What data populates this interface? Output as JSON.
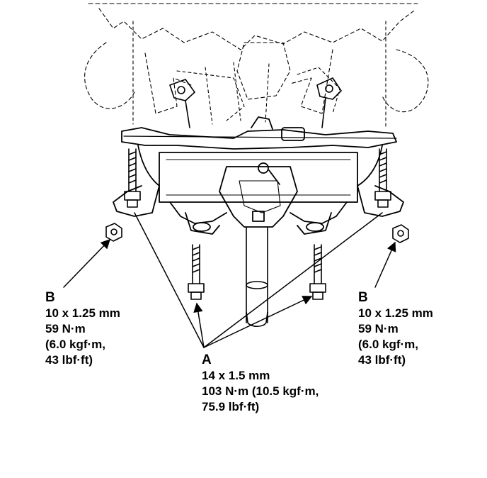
{
  "callouts": {
    "b_left": {
      "letter": "B",
      "size": "10 x 1.25 mm",
      "torque": "59 N·m",
      "kgf": "(6.0 kgf·m,",
      "lbf": "43 lbf·ft)"
    },
    "b_right": {
      "letter": "B",
      "size": "10 x 1.25 mm",
      "torque": "59 N·m",
      "kgf": "(6.0 kgf·m,",
      "lbf": "43 lbf·ft)"
    },
    "a": {
      "letter": "A",
      "size": "14 x 1.5 mm",
      "torque": "103 N·m (10.5 kgf·m,",
      "lbf": "75.9 lbf·ft)"
    }
  },
  "colors": {
    "ink": "#000000",
    "paper": "#ffffff"
  },
  "icons": [
    "bolt-icon",
    "flange-nut-icon",
    "leader-arrow"
  ]
}
